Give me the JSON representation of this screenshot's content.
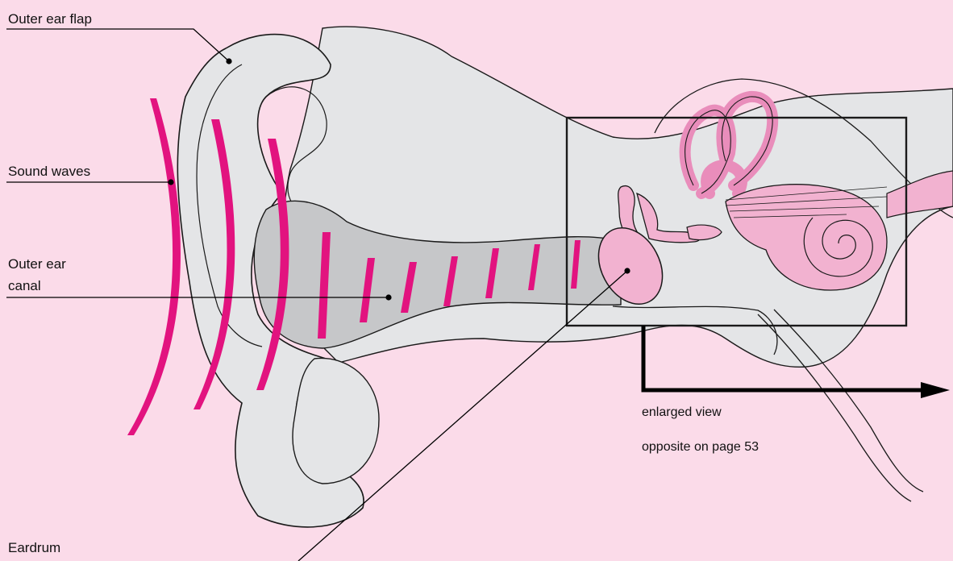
{
  "labels": {
    "outer_ear_flap": "Outer ear flap",
    "sound_waves": "Sound waves",
    "outer_ear_canal_line1": "Outer ear",
    "outer_ear_canal_line2": "canal",
    "eardrum": "Eardrum",
    "enlarged_view_line1": "enlarged view",
    "enlarged_view_line2": "opposite on page 53"
  },
  "colors": {
    "background": "#fbdbe9",
    "ear_skin": "#e4e5e7",
    "ear_outline": "#1a1a1a",
    "canal_fill": "#c6c7c9",
    "sound_wave": "#e2137f",
    "inner_ear_pink": "#f2b2d0",
    "inner_ear_dark_pink": "#e98dbb"
  }
}
